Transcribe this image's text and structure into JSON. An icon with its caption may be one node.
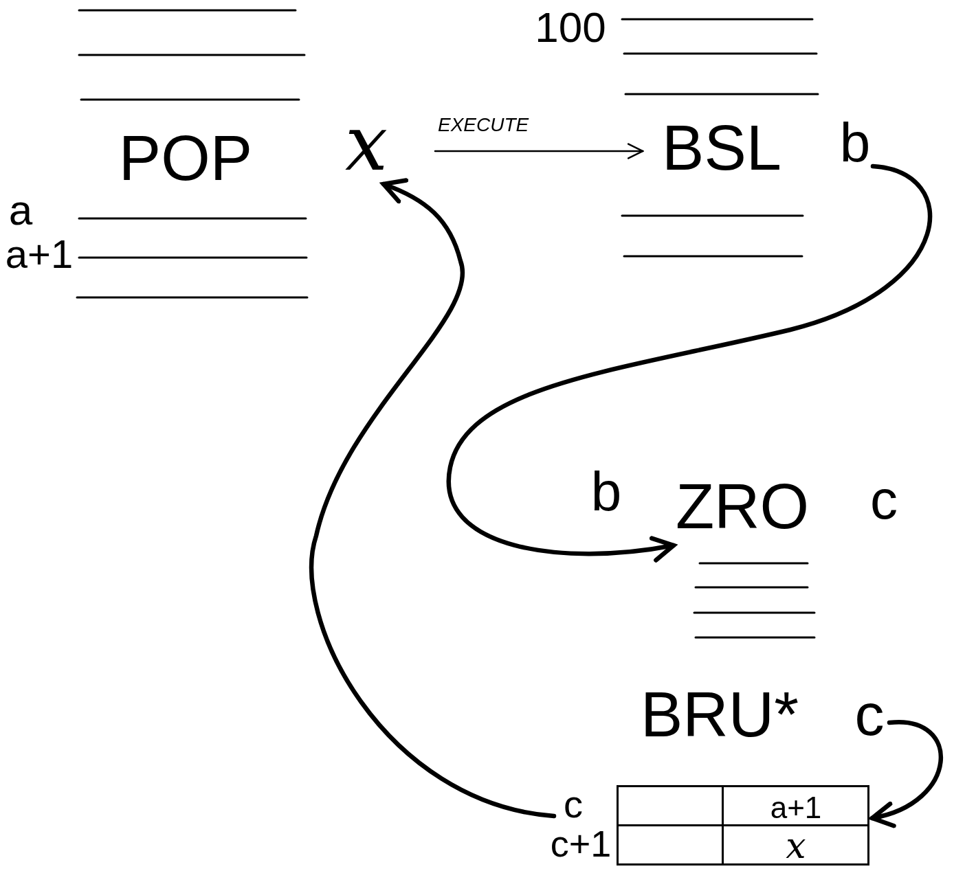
{
  "diagram": {
    "nodes": [
      {
        "text": [
          "POP"
        ]
      },
      {
        "text": [
          "x"
        ]
      },
      {
        "text": [
          "BSL"
        ]
      },
      {
        "text": [
          "b"
        ]
      },
      {
        "text": [
          "ZRO"
        ]
      },
      {
        "text": [
          "BRU*"
        ]
      },
      {
        "text": [
          "c"
        ]
      },
      {
        "text": [
          "c"
        ]
      },
      {
        "text": [],
        "shape": "box"
      },
      {
        "text": [
          "a+1"
        ],
        "in": 8
      },
      {
        "text": [
          "x"
        ],
        "in": 8
      }
    ],
    "edges": [
      {
        "from": 1,
        "to": 2,
        "arrow": "to",
        "label": "EXECUTE"
      },
      {
        "from": 3,
        "to": 4,
        "arrow": "to"
      },
      {
        "from": 6,
        "to": 8,
        "arrow": "to"
      },
      {
        "from": 7,
        "to": 1,
        "arrow": "to"
      }
    ],
    "labels": [
      "100",
      "a",
      "a+1",
      "b",
      "c",
      "c+1"
    ]
  }
}
